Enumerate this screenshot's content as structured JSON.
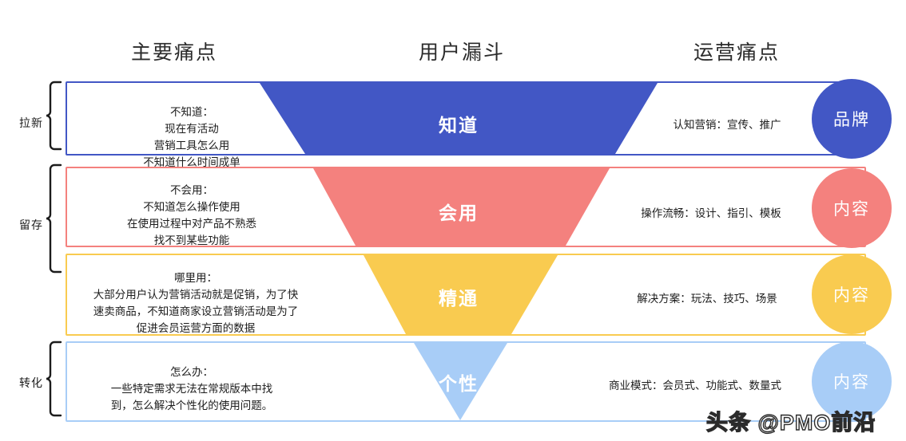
{
  "headers": {
    "pain": "主要痛点",
    "funnel": "用户漏斗",
    "ops": "运营痛点"
  },
  "stage_groups": [
    {
      "label": "拉新"
    },
    {
      "label": "留存"
    },
    {
      "label": "转化"
    }
  ],
  "rows": [
    {
      "funnel_label": "知道",
      "pain_text": "不知道：\n现在有活动\n营销工具怎么用\n不知道什么时间成单",
      "ops_text": "认知营销：宣传、推广",
      "circle_label": "品牌",
      "color": "#4257c5"
    },
    {
      "funnel_label": "会用",
      "pain_text": "不会用：\n不知道怎么操作使用\n在使用过程中对产品不熟悉\n找不到某些功能",
      "ops_text": "操作流畅：设计、指引、模板",
      "circle_label": "内容",
      "color": "#f4817e"
    },
    {
      "funnel_label": "精通",
      "pain_text": "哪里用：\n大部分用户认为营销活动就是促销，为了快\n速卖商品，不知道商家设立营销活动是为了\n促进会员运营方面的数据",
      "ops_text": "解决方案：玩法、技巧、场景",
      "circle_label": "内容",
      "color": "#f9cb50"
    },
    {
      "funnel_label": "个性",
      "pain_text": "怎么办：\n一些特定需求无法在常规版本中找\n到，怎么解决个性化的使用问题。",
      "ops_text": "商业模式：会员式、功能式、数量式",
      "circle_label": "内容",
      "color": "#a8cdf7"
    }
  ],
  "watermark": "头条 @PMO前沿"
}
